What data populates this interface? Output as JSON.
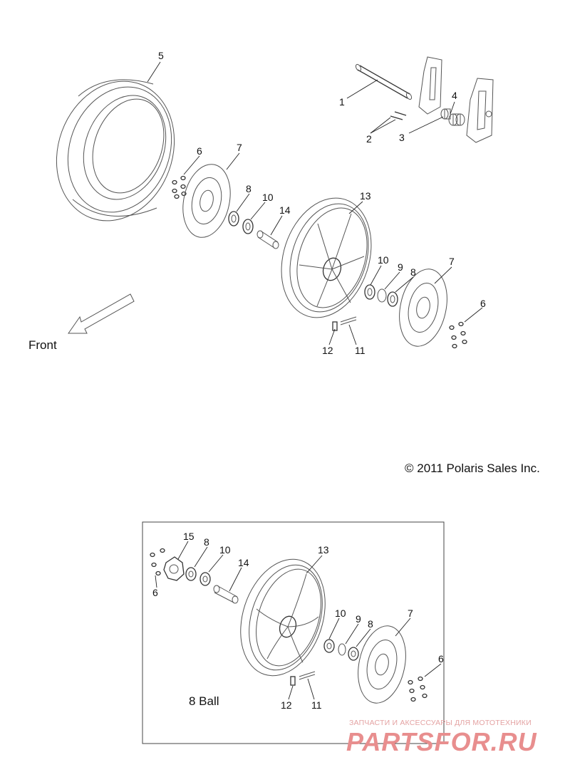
{
  "diagram": {
    "direction_label": "Front",
    "copyright": "© 2011 Polaris Sales Inc.",
    "inset_label": "8 Ball",
    "callouts_main": [
      "1",
      "2",
      "3",
      "4",
      "5",
      "6",
      "7",
      "8",
      "10",
      "14",
      "13",
      "10",
      "9",
      "8",
      "7",
      "6",
      "12",
      "11"
    ],
    "callouts_inset": [
      "15",
      "8",
      "10",
      "14",
      "13",
      "6",
      "10",
      "9",
      "8",
      "7",
      "6",
      "12",
      "11"
    ],
    "watermark_line1": "ЗАПЧАСТИ И АКСЕССУАРЫ ДЛЯ МОТОТЕХНИКИ",
    "watermark_line2": "PARTSFOR.RU"
  }
}
